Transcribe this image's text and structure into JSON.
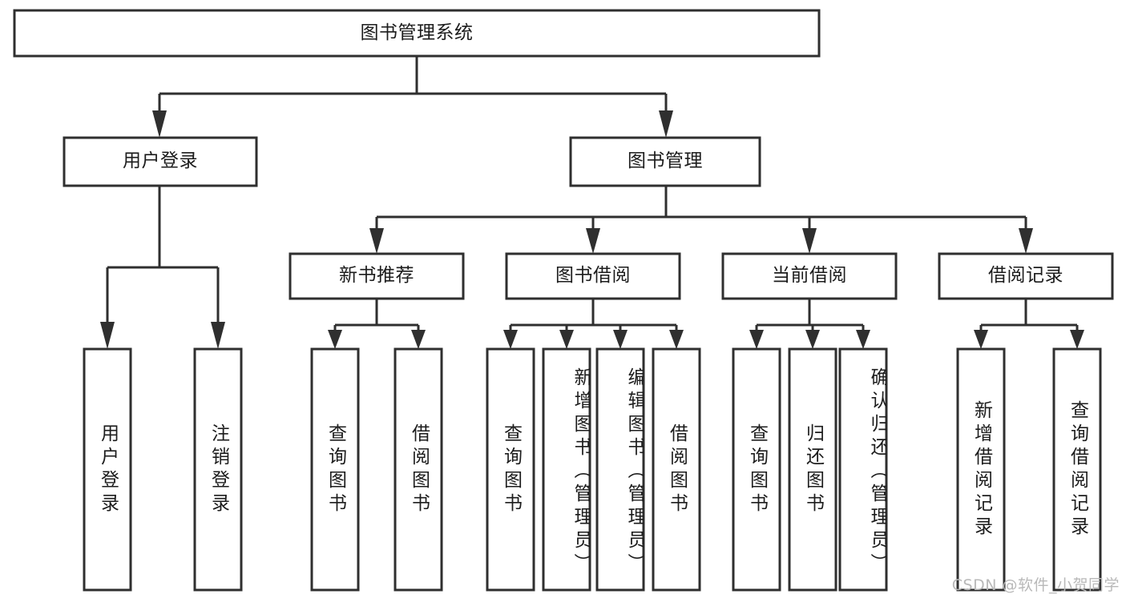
{
  "diagram": {
    "type": "tree-hierarchy-chart",
    "title": "图书管理系统",
    "background_color": "#ffffff",
    "line_color": "#2f2f2f",
    "box_fill": "#ffffff",
    "root": {
      "label": "图书管理系统",
      "orientation": "horizontal"
    },
    "level2": [
      {
        "label": "用户登录",
        "orientation": "horizontal"
      },
      {
        "label": "图书管理",
        "orientation": "horizontal"
      }
    ],
    "level3": [
      {
        "label": "新书推荐",
        "orientation": "horizontal"
      },
      {
        "label": "图书借阅",
        "orientation": "horizontal"
      },
      {
        "label": "当前借阅",
        "orientation": "horizontal"
      },
      {
        "label": "借阅记录",
        "orientation": "horizontal"
      }
    ],
    "leaves": {
      "user_login": [
        {
          "label": "用户登录",
          "orientation": "vertical"
        },
        {
          "label": "注销登录",
          "orientation": "vertical"
        }
      ],
      "new_book_recommend": [
        {
          "label": "查询图书",
          "orientation": "vertical"
        },
        {
          "label": "借阅图书",
          "orientation": "vertical"
        }
      ],
      "book_borrow": [
        {
          "label": "查询图书",
          "orientation": "vertical"
        },
        {
          "label": "新增图书（管理员）",
          "orientation": "vertical"
        },
        {
          "label": "编辑图书（管理员）",
          "orientation": "vertical"
        },
        {
          "label": "借阅图书",
          "orientation": "vertical"
        }
      ],
      "current_borrow": [
        {
          "label": "查询图书",
          "orientation": "vertical"
        },
        {
          "label": "归还图书",
          "orientation": "vertical"
        },
        {
          "label": "确认归还（管理员）",
          "orientation": "vertical"
        }
      ],
      "borrow_record": [
        {
          "label": "新增借阅记录",
          "orientation": "vertical"
        },
        {
          "label": "查询借阅记录",
          "orientation": "vertical"
        }
      ]
    }
  },
  "watermark": {
    "text": "CSDN @软件_小贺同学"
  }
}
